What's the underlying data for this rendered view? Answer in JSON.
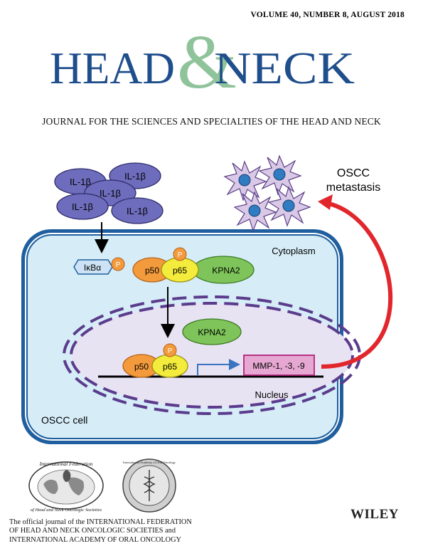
{
  "volume_line": "VOLUME 40, NUMBER 8, AUGUST 2018",
  "masthead": {
    "head": "HEAD",
    "ampersand": "&",
    "neck": "NECK"
  },
  "subtitle": "JOURNAL FOR THE SCIENCES AND SPECIALTIES OF THE HEAD AND NECK",
  "diagram": {
    "il_labels": [
      "IL-1β",
      "IL-1β",
      "IL-1β",
      "IL-1β",
      "IL-1β"
    ],
    "metastasis_label_1": "OSCC",
    "metastasis_label_2": "metastasis",
    "cytoplasm_label": "Cytoplasm",
    "ikb_label": "IκBα",
    "p_label": "P",
    "p50_label": "p50",
    "p65_label": "p65",
    "kpna2_label": "KPNA2",
    "mmp_label": "MMP-1, -3, -9",
    "nucleus_label": "Nucleus",
    "cell_label": "OSCC cell"
  },
  "logo1_text": {
    "line1": "International Federation",
    "line2": "of Head and Neck Oncologic Societies"
  },
  "logo2_text": "International Academy of Oral Oncology",
  "footer": {
    "line1": "The official journal of the INTERNATIONAL FEDERATION",
    "line2": "OF HEAD AND NECK ONCOLOGIC SOCIETIES and",
    "line3": "INTERNATIONAL ACADEMY OF ORAL ONCOLOGY"
  },
  "publisher": "WILEY",
  "colors": {
    "masthead_blue": "#1f4e8c",
    "ampersand_green": "#8fc39a",
    "cell_blue": "#1f5f9f",
    "il_purple": "#6e6dbd",
    "p65_yellow": "#f3ec3c",
    "kpna2_green": "#7ec45a",
    "p_orange": "#f29a3c",
    "mmp_pink": "#e6a8d2",
    "arrow_red": "#e1262c"
  }
}
